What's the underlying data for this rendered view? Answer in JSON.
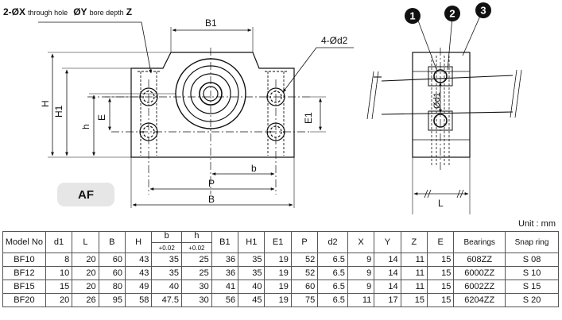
{
  "drawing": {
    "hole_note": [
      "2-ØX",
      "through hole",
      "ØY",
      "bore depth",
      "Z"
    ],
    "dims": {
      "b1": "B1",
      "d2": "4-Ød2",
      "h_cap": "H",
      "h1": "H1",
      "h_small": "h",
      "e": "E",
      "e1": "E1",
      "b_small": "b",
      "p": "P",
      "b_cap": "B",
      "d1": "Ød1",
      "l": "L"
    },
    "callouts": [
      "1",
      "2",
      "3"
    ],
    "type_label": "AF"
  },
  "table": {
    "unit": "Unit : mm",
    "headers": [
      "Model No",
      "d1",
      "L",
      "B",
      "H",
      "b",
      "h",
      "B1",
      "H1",
      "E1",
      "P",
      "d2",
      "X",
      "Y",
      "Z",
      "E",
      "Bearings",
      "Snap ring"
    ],
    "tolerances": {
      "b": "+0.02",
      "h": "+0.02"
    },
    "rows": [
      [
        "BF10",
        "8",
        "20",
        "60",
        "43",
        "35",
        "25",
        "36",
        "35",
        "19",
        "52",
        "6.5",
        "9",
        "14",
        "11",
        "15",
        "608ZZ",
        "S 08"
      ],
      [
        "BF12",
        "10",
        "20",
        "60",
        "43",
        "35",
        "25",
        "36",
        "35",
        "19",
        "52",
        "6.5",
        "9",
        "14",
        "11",
        "15",
        "6000ZZ",
        "S 10"
      ],
      [
        "BF15",
        "15",
        "20",
        "80",
        "49",
        "40",
        "30",
        "41",
        "40",
        "19",
        "60",
        "6.5",
        "9",
        "14",
        "11",
        "15",
        "6002ZZ",
        "S 15"
      ],
      [
        "BF20",
        "20",
        "26",
        "95",
        "58",
        "47.5",
        "30",
        "56",
        "45",
        "19",
        "75",
        "6.5",
        "11",
        "17",
        "15",
        "15",
        "6204ZZ",
        "S 20"
      ]
    ]
  }
}
